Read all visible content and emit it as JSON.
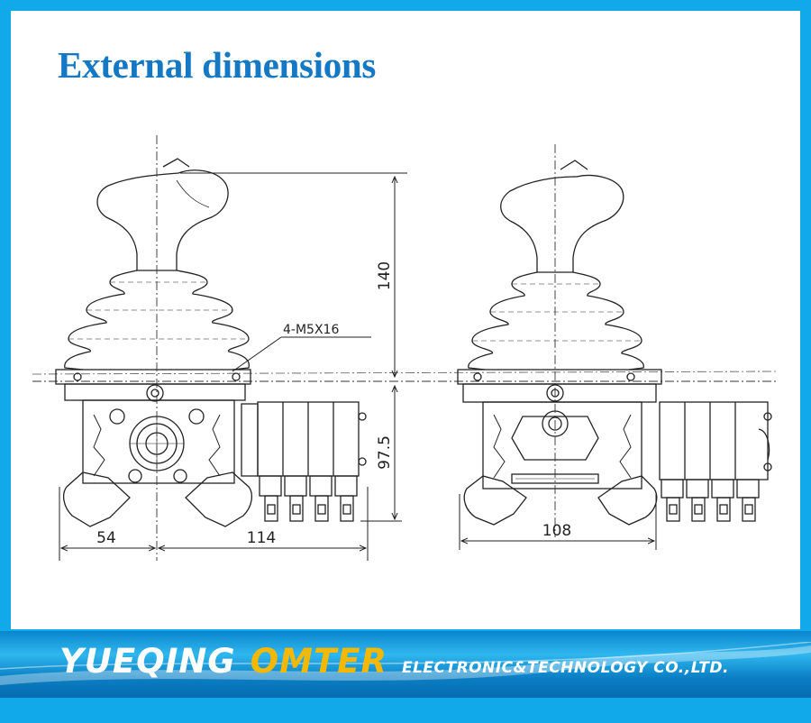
{
  "title": "External dimensions",
  "diagram": {
    "dimensions": {
      "height_handle": "140",
      "height_body": "97.5",
      "width_left": "54",
      "width_right": "114",
      "width_side": "108"
    },
    "callout": "4-M5X16"
  },
  "footer": {
    "company_part1": "YUEQING",
    "company_part2": "OMTER",
    "company_part3": "ELECTRONIC&TECHNOLOGY  CO.,LTD."
  },
  "colors": {
    "background": "#12a9ea",
    "title": "#1578c4",
    "brand_accent": "#f5b800"
  }
}
